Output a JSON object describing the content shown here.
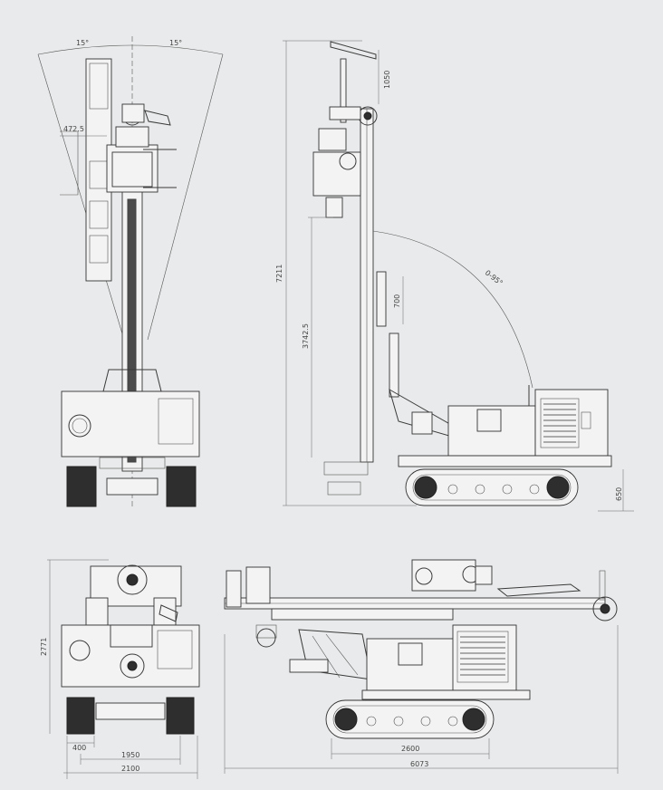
{
  "views": {
    "front": {
      "angle_left": "15°",
      "angle_right": "15°",
      "offset": "472.5"
    },
    "side": {
      "top_ext": "1050",
      "height": "7211",
      "stroke": "3742.5",
      "cyl": "700",
      "angle": "0-95°",
      "ground": "650"
    },
    "rear": {
      "height": "2771",
      "track_width": "400",
      "gauge": "1950",
      "width": "2100"
    },
    "transport": {
      "track_length": "2600",
      "length": "6073"
    }
  }
}
